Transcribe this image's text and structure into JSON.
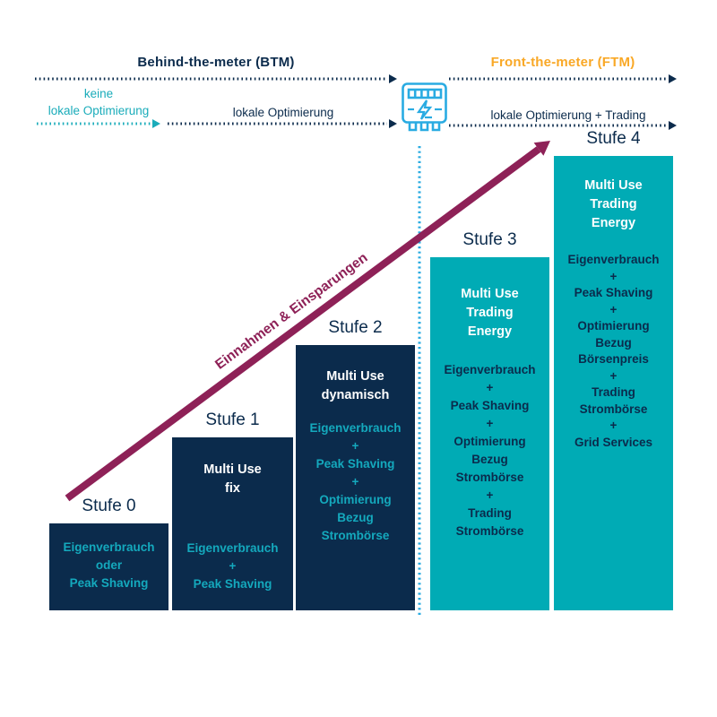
{
  "colors": {
    "navy": "#0b2b4c",
    "teal": "#00abb5",
    "teal_text": "#14a9bd",
    "magenta": "#8e2157",
    "light_blue": "#29abe2",
    "orange": "#f9a826"
  },
  "header": {
    "btm": {
      "label": "Behind-the-meter (BTM)",
      "sub_left": {
        "line1": "keine",
        "line2": "lokale Optimierung"
      },
      "sub_right": "lokale Optimierung"
    },
    "ftm": {
      "label": "Front-the-meter (FTM)",
      "sub": "lokale Optimierung + Trading"
    },
    "meter_icon": "electricity-meter-icon"
  },
  "axis": {
    "label": "Einnahmen & Einsparungen"
  },
  "stages": [
    {
      "label": "Stufe 0",
      "theme": "navy",
      "title_lines": [],
      "body_lines": [
        "Eigenverbrauch",
        "oder",
        "Peak Shaving"
      ]
    },
    {
      "label": "Stufe 1",
      "theme": "navy",
      "title_lines": [
        "Multi Use",
        "fix"
      ],
      "body_lines": [
        "Eigenverbrauch",
        "+",
        "Peak Shaving"
      ]
    },
    {
      "label": "Stufe 2",
      "theme": "navy",
      "title_lines": [
        "Multi Use",
        "dynamisch"
      ],
      "body_lines": [
        "Eigenverbrauch",
        "+",
        "Peak Shaving",
        "+",
        "Optimierung",
        "Bezug",
        "Strombörse"
      ]
    },
    {
      "label": "Stufe 3",
      "theme": "teal",
      "title_lines": [
        "Multi Use",
        "Trading",
        "Energy"
      ],
      "body_lines": [
        "Eigenverbrauch",
        "+",
        "Peak Shaving",
        "+",
        "Optimierung",
        "Bezug",
        "Strombörse",
        "+",
        "Trading",
        "Strombörse"
      ]
    },
    {
      "label": "Stufe 4",
      "theme": "teal",
      "title_lines": [
        "Multi Use",
        "Trading",
        "Energy"
      ],
      "body_lines": [
        "Eigenverbrauch",
        "+",
        "Peak Shaving",
        "+",
        "Optimierung",
        "Bezug",
        "Börsenpreis",
        "+",
        "Trading",
        "Strombörse",
        "+",
        "Grid Services"
      ]
    }
  ]
}
